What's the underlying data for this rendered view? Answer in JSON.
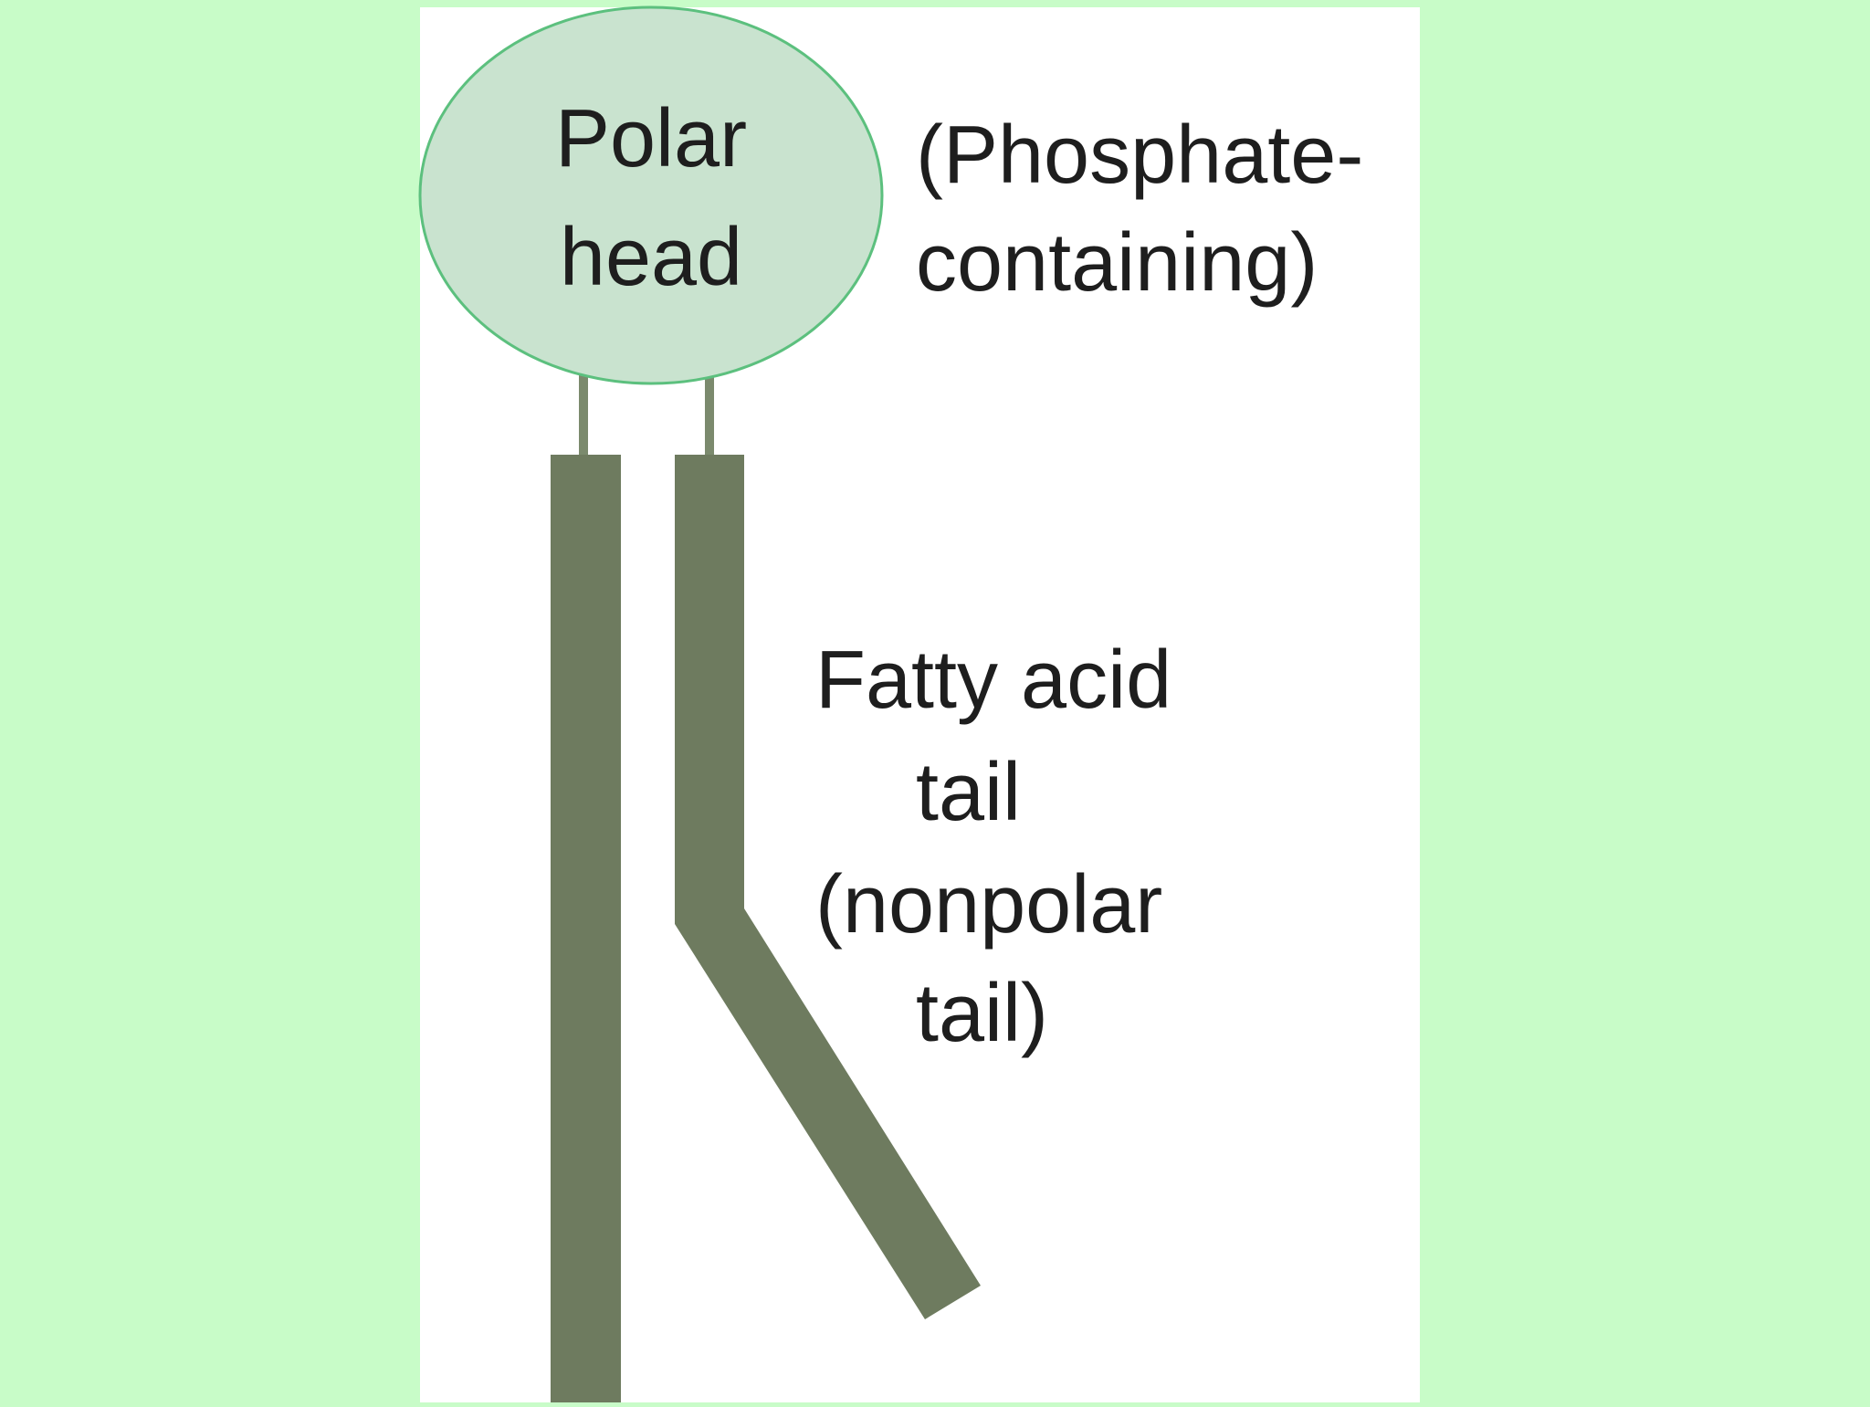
{
  "colors": {
    "page_background": "#c8fcc8",
    "panel_background": "#ffffff",
    "head_fill": "#c9e3cf",
    "head_stroke": "#5cc07e",
    "tail_fill": "#6e7b5f",
    "text": "#1e1e1e"
  },
  "diagram": {
    "head": {
      "line1": "Polar",
      "line2": "head"
    },
    "head_note": {
      "line1": "(Phosphate-",
      "line2": "containing)"
    },
    "tail_label": {
      "line1": "Fatty acid",
      "line2": "tail",
      "line3": "(nonpolar",
      "line4": "tail)"
    }
  }
}
